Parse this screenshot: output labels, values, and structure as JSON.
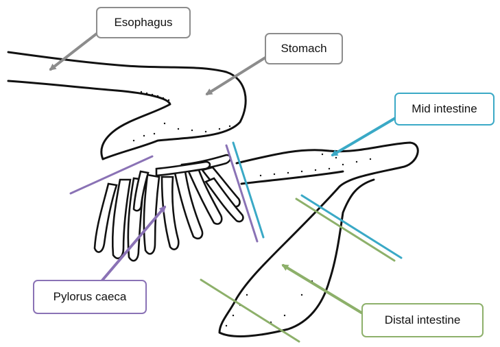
{
  "labels": {
    "esophagus": "Esophagus",
    "stomach": "Stomach",
    "mid_intestine": "Mid intestine",
    "pylorus_caeca": "Pylorus caeca",
    "distal_intestine": "Distal intestine"
  },
  "colors": {
    "gray": "#8c8c8c",
    "teal": "#3aa9c6",
    "purple": "#8a72b5",
    "green": "#8db06a",
    "outline": "#111111"
  }
}
